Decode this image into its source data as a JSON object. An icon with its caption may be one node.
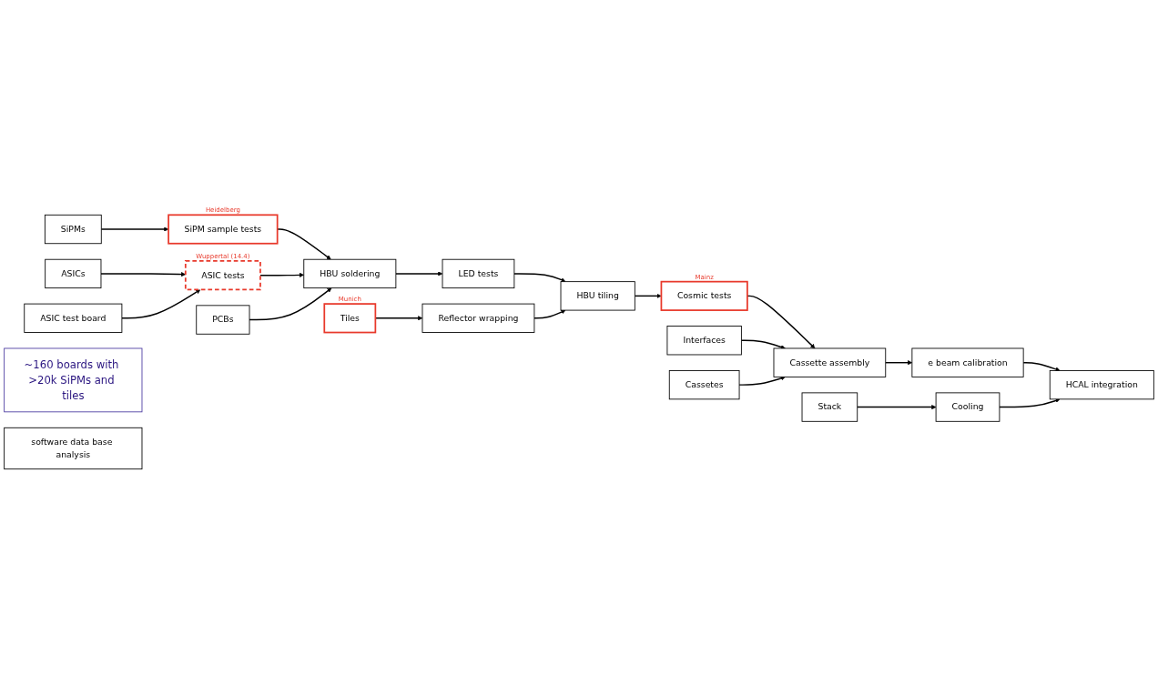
{
  "diagram": {
    "nodes": [
      {
        "text": [
          "SiPMs"
        ]
      },
      {
        "text": [
          "SiPM sample tests"
        ],
        "beside": [
          "Heidelberg"
        ]
      },
      {
        "text": [
          "ASICs"
        ]
      },
      {
        "text": [
          "ASIC tests"
        ],
        "beside": [
          "Wuppertal (14.4)"
        ]
      },
      {
        "text": [
          "ASIC test board"
        ]
      },
      {
        "text": [
          "HBU soldering"
        ]
      },
      {
        "text": [
          "~160 boards with >20k SiPMs and tiles"
        ]
      },
      {
        "text": [
          "software data base analysis"
        ]
      },
      {
        "text": [
          "PCBs"
        ]
      },
      {
        "text": [
          "LED tests"
        ]
      },
      {
        "text": [
          "HBU tiling"
        ]
      },
      {
        "text": [
          "Tiles"
        ],
        "beside": [
          "Munich"
        ]
      },
      {
        "text": [
          "Reflector wrapping"
        ]
      },
      {
        "text": [
          "Cosmic tests"
        ],
        "beside": [
          "Mainz"
        ]
      },
      {
        "text": [
          "Interfaces"
        ]
      },
      {
        "text": [
          "Cassette assembly"
        ]
      },
      {
        "text": [
          "Cassetes"
        ]
      },
      {
        "text": [
          "e beam calibration"
        ]
      },
      {
        "text": [
          "Stack"
        ]
      },
      {
        "text": [
          "Cooling"
        ]
      },
      {
        "text": [
          "HCAL integration"
        ]
      }
    ],
    "edges": [
      {
        "from": 0,
        "to": 1,
        "arrow": "to"
      },
      {
        "from": 2,
        "to": 3,
        "arrow": "to"
      },
      {
        "from": 4,
        "to": 3,
        "arrow": "to"
      },
      {
        "from": 1,
        "to": 5,
        "arrow": "to"
      },
      {
        "from": 3,
        "to": 5,
        "arrow": "to"
      },
      {
        "from": 8,
        "to": 5,
        "arrow": "to"
      },
      {
        "from": 5,
        "to": 9,
        "arrow": "to"
      },
      {
        "from": 9,
        "to": 10,
        "arrow": "to"
      },
      {
        "from": 11,
        "to": 12,
        "arrow": "to"
      },
      {
        "from": 12,
        "to": 10,
        "arrow": "to"
      },
      {
        "from": 10,
        "to": 13,
        "arrow": "to"
      },
      {
        "from": 13,
        "to": 15,
        "arrow": "to"
      },
      {
        "from": 14,
        "to": 15,
        "arrow": "to"
      },
      {
        "from": 16,
        "to": 15,
        "arrow": "to"
      },
      {
        "from": 15,
        "to": 17,
        "arrow": "to"
      },
      {
        "from": 17,
        "to": 20,
        "arrow": "to"
      },
      {
        "from": 18,
        "to": 19,
        "arrow": "to"
      },
      {
        "from": 19,
        "to": 20,
        "arrow": "to"
      }
    ]
  }
}
